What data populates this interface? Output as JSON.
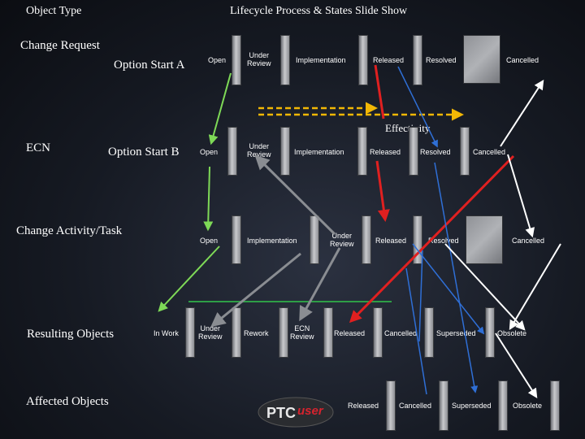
{
  "header": {
    "object_type": "Object Type",
    "title": "Lifecycle Process & States Slide Show"
  },
  "rows": {
    "change_request": "Change Request",
    "option_a": "Option Start A",
    "ecn": "ECN",
    "option_b": "Option Start B",
    "change_activity": "Change Activity/Task",
    "resulting_objects": "Resulting Objects",
    "affected_objects": "Affected Objects"
  },
  "row1_states": [
    "Open",
    "Under\nReview",
    "Implementation",
    "Released",
    "Resolved",
    "Cancelled"
  ],
  "row2_states": [
    "Open",
    "Under\nReview",
    "Implementation",
    "Released",
    "Resolved",
    "Cancelled"
  ],
  "row3_states": [
    "Open",
    "Implementation",
    "Under\nReview",
    "Released",
    "Resolved",
    "Cancelled"
  ],
  "row4_states": [
    "In Work",
    "Under\nReview",
    "Rework",
    "ECN\nReview",
    "Released",
    "Cancelled",
    "Superseded",
    "Obsolete"
  ],
  "row5_states": [
    "Released",
    "Cancelled",
    "Superseded",
    "Obsolete"
  ],
  "effectivity": "Effectivity",
  "logo": {
    "text_a": "PTC",
    "text_b": "user"
  },
  "colors": {
    "green": "#7ed957",
    "yellow": "#f2b705",
    "blue": "#2f6fd6",
    "red": "#e02020",
    "gray": "#8a8d92",
    "white": "#ffffff"
  }
}
